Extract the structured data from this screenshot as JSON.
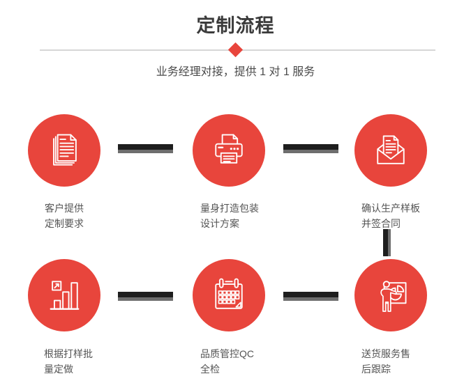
{
  "header": {
    "title": "定制流程",
    "subtitle": "业务经理对接，提供 1 对 1 服务",
    "diamond_icon": "diamond-icon"
  },
  "colors": {
    "accent": "#e8453c",
    "connector_dark": "#1e1e1e",
    "connector_gray": "#6e6e6e",
    "divider": "#d6d6d6",
    "title_text": "#3b3b3b",
    "subtitle_text": "#4a4a4a",
    "label_text": "#545454"
  },
  "steps": [
    {
      "icon": "documents-icon",
      "lines": [
        "客户提供",
        "定制要求"
      ]
    },
    {
      "icon": "printer-icon",
      "lines": [
        "量身打造包装",
        "设计方案"
      ]
    },
    {
      "icon": "envelope-icon",
      "lines": [
        "确认生产样板",
        "并签合同"
      ]
    },
    {
      "icon": "bar-chart-icon",
      "lines": [
        "根据打样批",
        "量定做"
      ]
    },
    {
      "icon": "calendar-icon",
      "lines": [
        "品质管控QC",
        "全检"
      ]
    },
    {
      "icon": "presentation-icon",
      "lines": [
        "送货服务售",
        "后跟踪"
      ]
    }
  ]
}
